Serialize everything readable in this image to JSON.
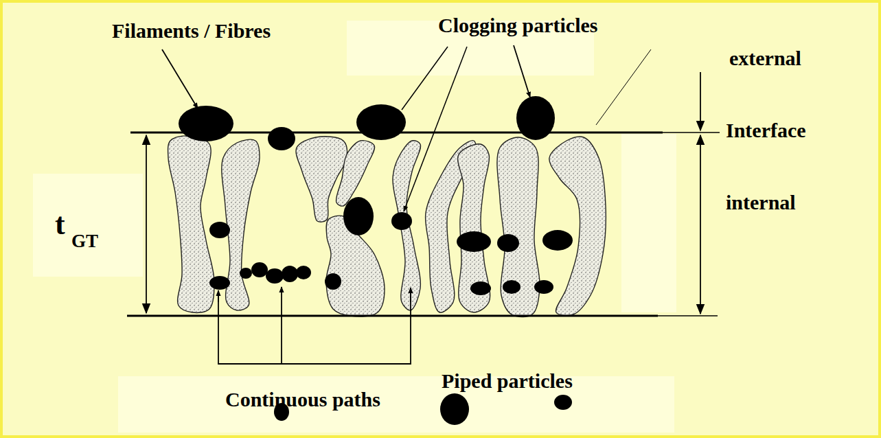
{
  "diagram": {
    "labels": [
      "Filaments / Fibres",
      "Clogging particles",
      "external",
      "Interface",
      "internal",
      "t",
      "GT",
      "Continuous paths",
      "Piped particles"
    ]
  }
}
